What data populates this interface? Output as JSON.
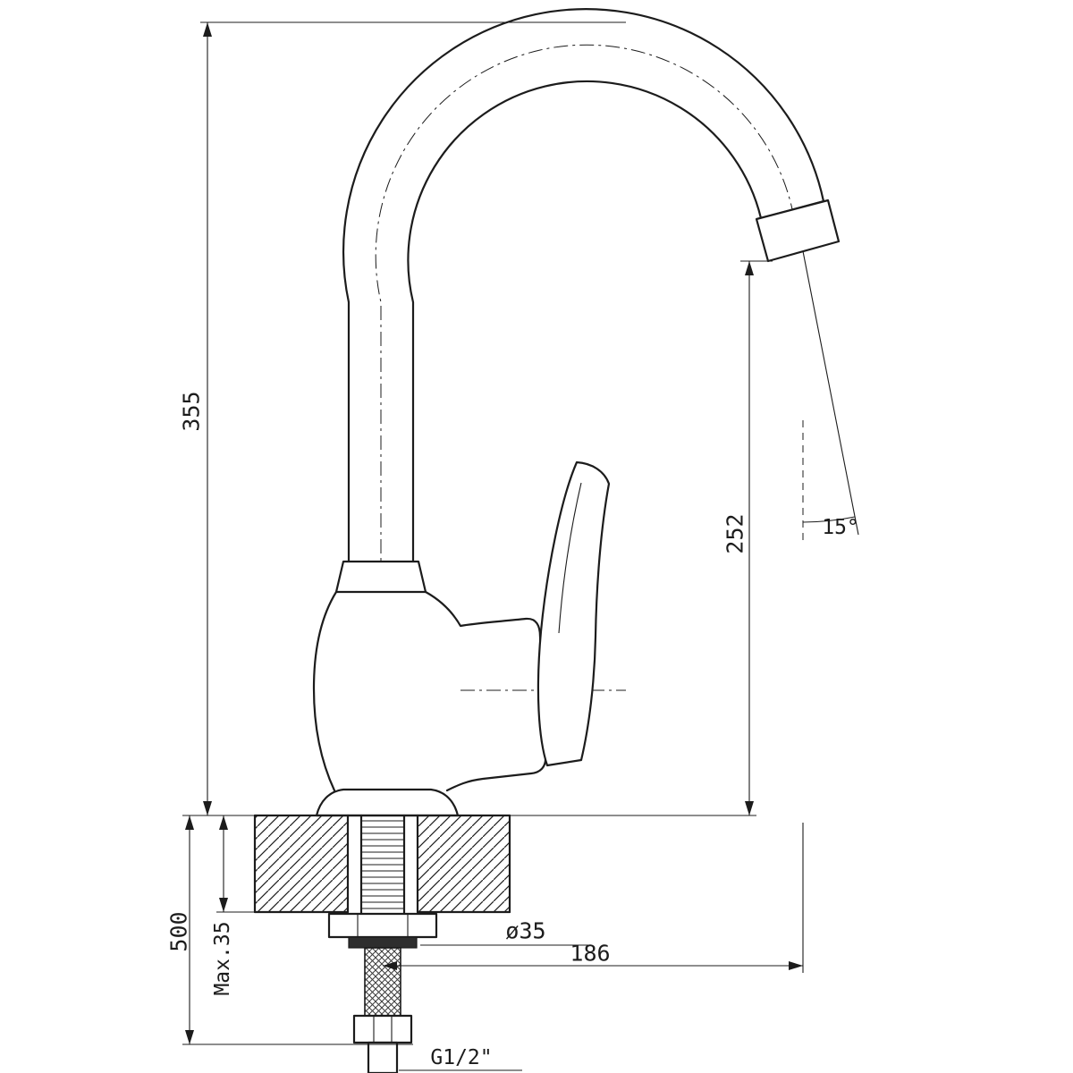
{
  "drawing": {
    "title": "Kitchen mixer tap installation drawing",
    "labels": {
      "height_above_deck": "355",
      "spout_outlet_height": "252",
      "spout_angle": "15°",
      "height_below_deck": "500",
      "max_deck_thickness": "Max.35",
      "hole_diameter": "ø35",
      "spout_reach": "186",
      "thread": "G1/2\""
    },
    "colors": {
      "line": "#1c1c1c",
      "background": "#ffffff"
    }
  }
}
